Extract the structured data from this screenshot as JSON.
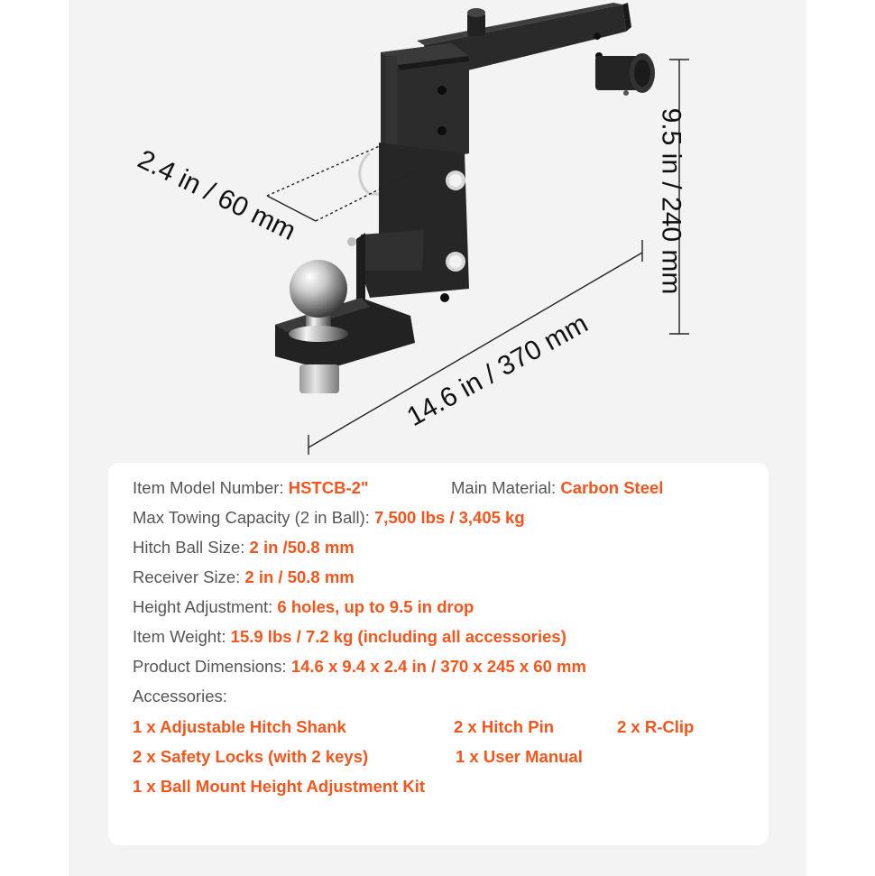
{
  "dimensions": {
    "depth": "2.4 in / 60 mm",
    "length": "14.6 in / 370 mm",
    "height": "9.5 in / 240 mm"
  },
  "specs": {
    "model": {
      "label": "Item Model Number: ",
      "value": "HSTCB-2\""
    },
    "material": {
      "label": "Main Material: ",
      "value": "Carbon Steel"
    },
    "towing": {
      "label": "Max Towing Capacity (2 in Ball): ",
      "value": "7,500 lbs / 3,405 kg"
    },
    "ball_size": {
      "label": "Hitch Ball Size: ",
      "value": "2 in /50.8 mm"
    },
    "receiver": {
      "label": "Receiver Size: ",
      "value": "2 in / 50.8 mm"
    },
    "height_adj": {
      "label": "Height Adjustment: ",
      "value": "6 holes, up to 9.5 in drop"
    },
    "weight": {
      "label": "Item Weight: ",
      "value": "15.9 lbs / 7.2 kg (including all accessories)"
    },
    "dimensions": {
      "label": "Product Dimensions: ",
      "value": "14.6 x 9.4 x 2.4 in / 370 x 245 x 60 mm"
    }
  },
  "accessories": {
    "label": "Accessories:",
    "items": [
      "1 x Adjustable Hitch Shank",
      "2 x Hitch Pin",
      "2 x R-Clip",
      "2 x Safety Locks (with 2 keys)",
      "1 x User Manual",
      "1 x Ball Mount Height Adjustment Kit"
    ]
  }
}
